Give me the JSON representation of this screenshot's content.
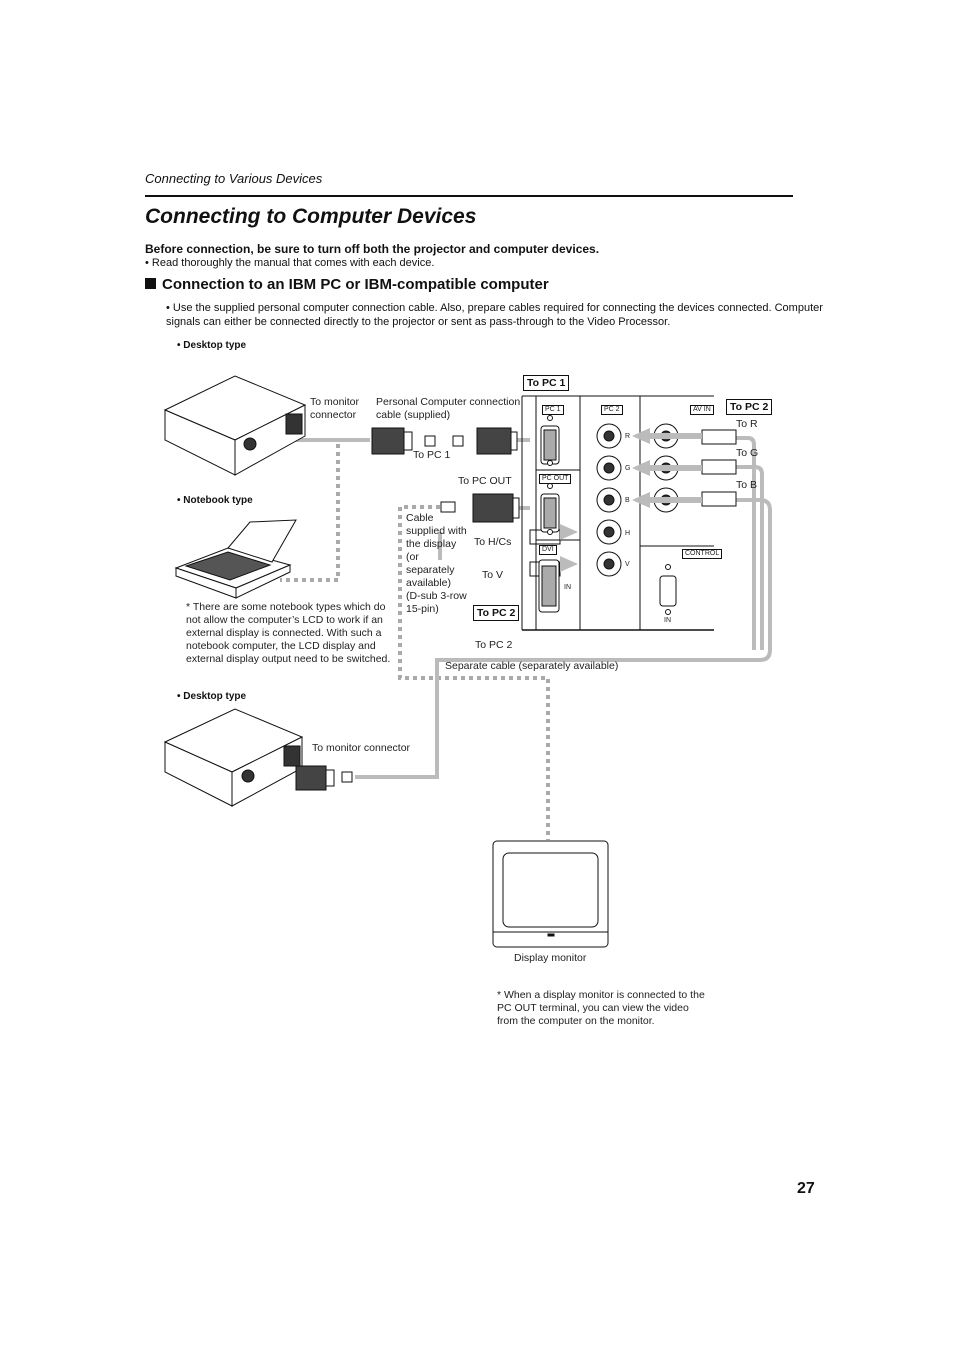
{
  "header": {
    "running_head": "Connecting to Various Devices"
  },
  "page_title": "Connecting to Computer Devices",
  "warning_text": "Before connection, be sure to turn off both the projector and computer devices.",
  "note_manual": "• Read thoroughly the manual that comes with each device.",
  "section_heading": "Connection to an IBM PC or IBM-compatible computer",
  "section_para": "• Use the supplied personal computer connection cable. Also, prepare cables required for connecting the devices connected. Computer signals can either be connected directly to the projector or sent as pass-through to the Video Processor.",
  "diagram": {
    "desktop_type_1": "• Desktop type",
    "notebook_type": "• Notebook type",
    "desktop_type_2": "• Desktop type",
    "to_monitor_connector_1": "To monitor connector",
    "pc_cable_supplied": "Personal Computer connection cable (supplied)",
    "to_pc1_small": "To PC 1",
    "to_pc1_box": "To PC 1",
    "to_pc_out": "To PC OUT",
    "cable_supplied_display": "Cable supplied with the display (or separately available) (D-sub 3-row 15-pin)",
    "to_hcs": "To H/Cs",
    "to_v": "To V",
    "to_pc2_box_left": "To PC 2",
    "to_pc2_plain": "To PC 2",
    "separate_cable": "Separate cable (separately available)",
    "to_pc2_box_right": "To PC 2",
    "to_r": "To R",
    "to_g": "To G",
    "to_b": "To B",
    "notebook_note": "* There are some notebook types which do not allow the computer’s LCD to work if an external display is connected. With such a notebook computer, the LCD display and external display output need to be switched.",
    "to_monitor_connector_2": "To monitor connector",
    "display_monitor": "Display monitor",
    "monitor_note": "* When a display monitor is connected to the PC OUT terminal, you can view the video from the computer on the monitor.",
    "panel": {
      "pc1": "PC 1",
      "pc2": "PC 2",
      "av_in": "AV IN",
      "pc_out": "PC OUT",
      "dvi": "DVI",
      "in_left": "IN",
      "control": "CONTROL",
      "in_right": "IN",
      "r": "R",
      "g": "G",
      "b": "B",
      "h": "H",
      "v": "V"
    }
  },
  "page_number": "27"
}
